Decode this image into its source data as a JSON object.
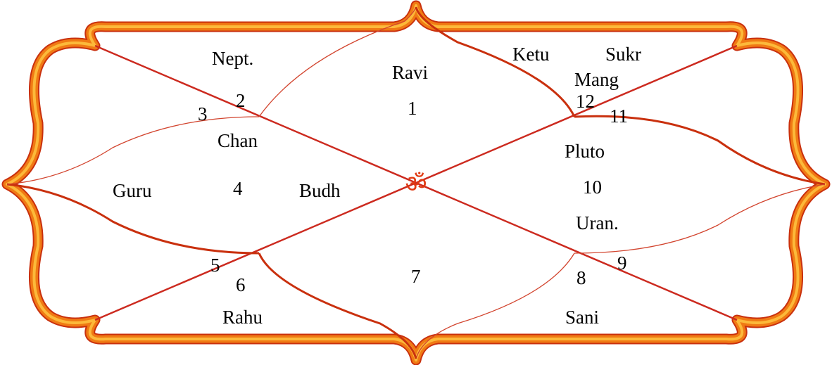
{
  "om_symbol": "ॐ",
  "colors": {
    "frame_outer": "#f07a14",
    "frame_inner": "#fcb93a",
    "frame_edge": "#c9300e",
    "line": "#cc2a1f",
    "thin_line": "#d2442e",
    "text": "#000000"
  },
  "houses": [
    {
      "number": "1",
      "planets": [
        "Ravi"
      ]
    },
    {
      "number": "2",
      "planets": [
        "Nept."
      ]
    },
    {
      "number": "3",
      "planets": []
    },
    {
      "number": "4",
      "planets": [
        "Chan",
        "Guru",
        "Budh"
      ]
    },
    {
      "number": "5",
      "planets": []
    },
    {
      "number": "6",
      "planets": [
        "Rahu"
      ]
    },
    {
      "number": "7",
      "planets": []
    },
    {
      "number": "8",
      "planets": [
        "Sani"
      ]
    },
    {
      "number": "9",
      "planets": []
    },
    {
      "number": "10",
      "planets": [
        "Pluto",
        "Uran."
      ]
    },
    {
      "number": "11",
      "planets": []
    },
    {
      "number": "12",
      "planets": [
        "Ketu",
        "Sukr",
        "Mang"
      ]
    }
  ]
}
